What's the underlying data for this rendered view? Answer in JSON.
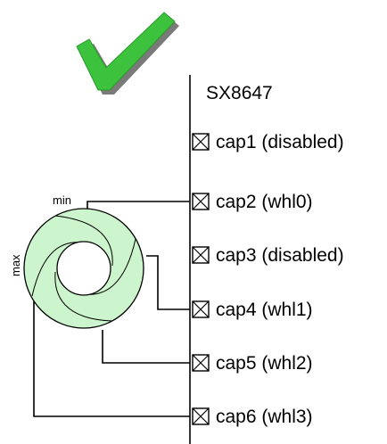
{
  "chip": {
    "name": "SX8647"
  },
  "pins": [
    {
      "label": "cap1 (disabled)"
    },
    {
      "label": "cap2 (whl0)"
    },
    {
      "label": "cap3 (disabled)"
    },
    {
      "label": "cap4 (whl1)"
    },
    {
      "label": "cap5 (whl2)"
    },
    {
      "label": "cap6 (whl3)"
    }
  ],
  "wheel": {
    "min_label": "min",
    "max_label": "max"
  },
  "colors": {
    "check_fill": "#3cc23c",
    "check_shadow": "#7a7a7a",
    "wheel_fill": "#cdf5cd"
  },
  "icons": {
    "status": "checkmark-icon",
    "pin": "crossed-box-icon"
  }
}
